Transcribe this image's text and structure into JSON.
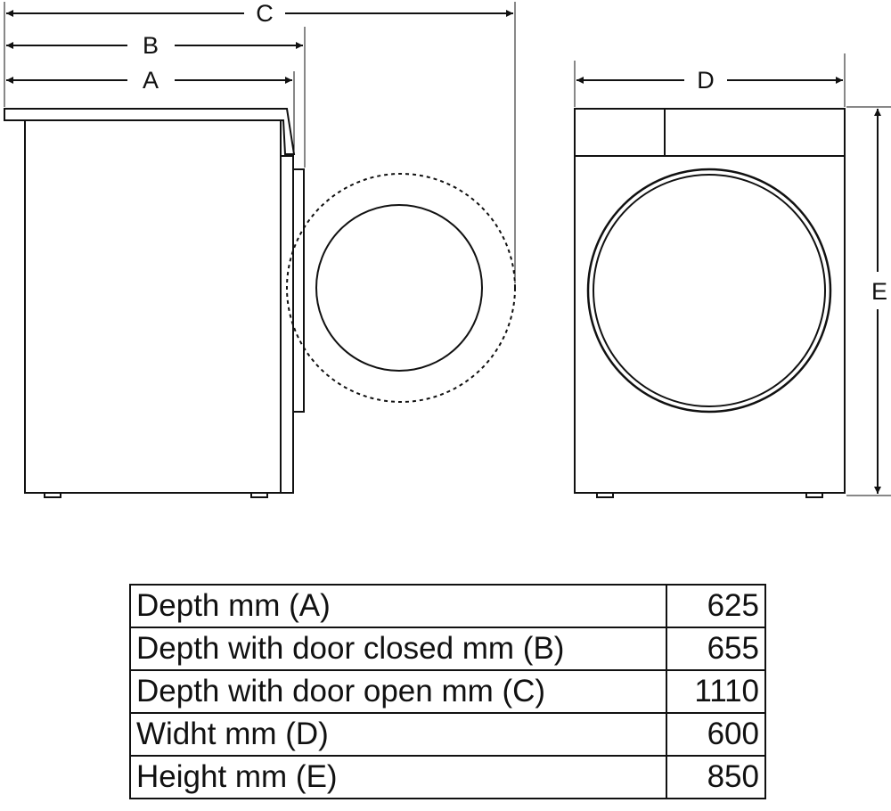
{
  "dimension_labels": {
    "a": "A",
    "b": "B",
    "c": "C",
    "d": "D",
    "e": "E"
  },
  "spec_table": {
    "rows": [
      {
        "label": "Depth mm (A)",
        "value": "625"
      },
      {
        "label": "Depth with door closed mm (B)",
        "value": "655"
      },
      {
        "label": "Depth with door open mm (C)",
        "value": "1110"
      },
      {
        "label": "Widht mm (D)",
        "value": "600"
      },
      {
        "label": "Height mm (E)",
        "value": "850"
      }
    ]
  }
}
